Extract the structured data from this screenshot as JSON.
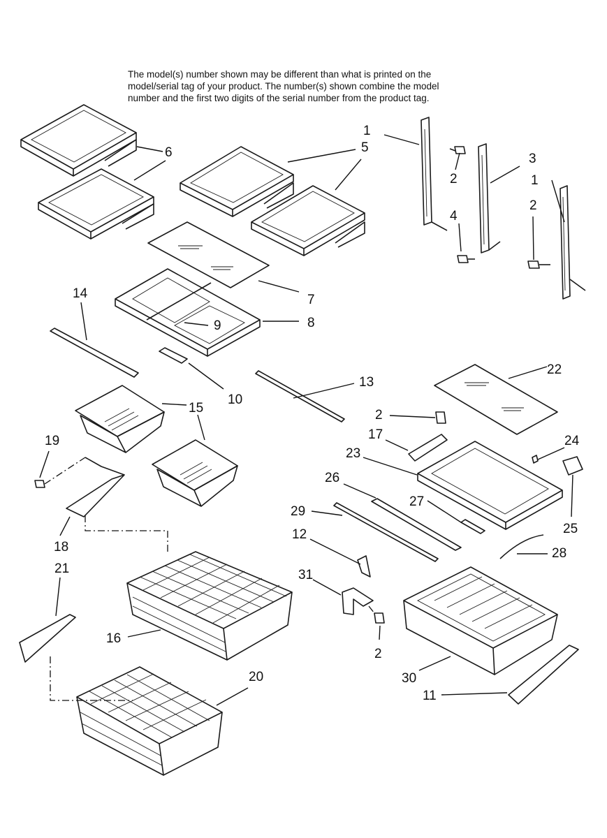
{
  "note": {
    "lines": [
      "The model(s) number shown may be different than what is printed on the",
      "model/serial tag of your product. The number(s) shown combine the model",
      "number and the first two digits of the serial number from the product tag."
    ]
  },
  "callouts": {
    "c1a": "1",
    "c1b": "1",
    "c2a": "2",
    "c2b": "2",
    "c2c": "2",
    "c2d": "2",
    "c3": "3",
    "c4": "4",
    "c5": "5",
    "c6": "6",
    "c7": "7",
    "c8": "8",
    "c9": "9",
    "c10": "10",
    "c11": "11",
    "c12": "12",
    "c13": "13",
    "c14": "14",
    "c15": "15",
    "c16": "16",
    "c17": "17",
    "c18": "18",
    "c19": "19",
    "c20": "20",
    "c21": "21",
    "c22": "22",
    "c23": "23",
    "c24": "24",
    "c25": "25",
    "c26": "26",
    "c27": "27",
    "c28": "28",
    "c29": "29",
    "c30": "30",
    "c31": "31"
  }
}
